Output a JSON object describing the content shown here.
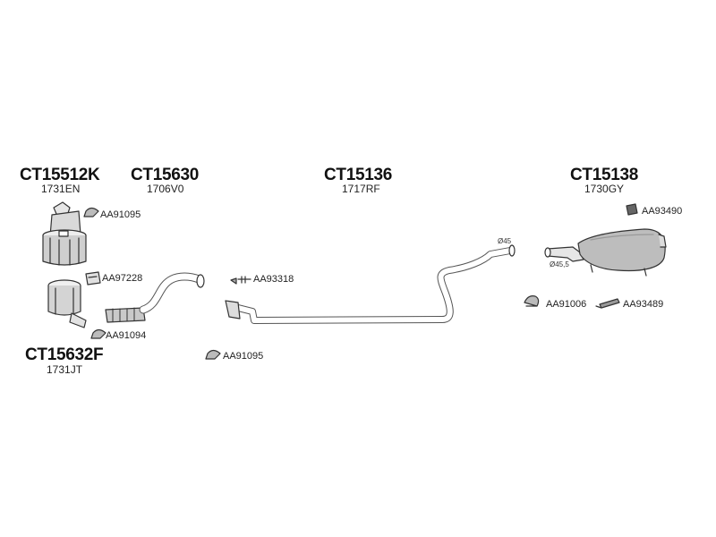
{
  "assemblies": [
    {
      "code": "CT15512K",
      "ref": "1731EN"
    },
    {
      "code": "CT15630",
      "ref": "1706V0"
    },
    {
      "code": "CT15136",
      "ref": "1717RF"
    },
    {
      "code": "CT15138",
      "ref": "1730GY"
    },
    {
      "code": "CT15632F",
      "ref": "1731JT"
    }
  ],
  "accessories": [
    "AA91095",
    "AA97228",
    "AA91094",
    "AA93318",
    "AA91095",
    "AA93490",
    "AA91006",
    "AA93489"
  ],
  "dimensions": [
    "Ø45",
    "Ø45,5"
  ]
}
